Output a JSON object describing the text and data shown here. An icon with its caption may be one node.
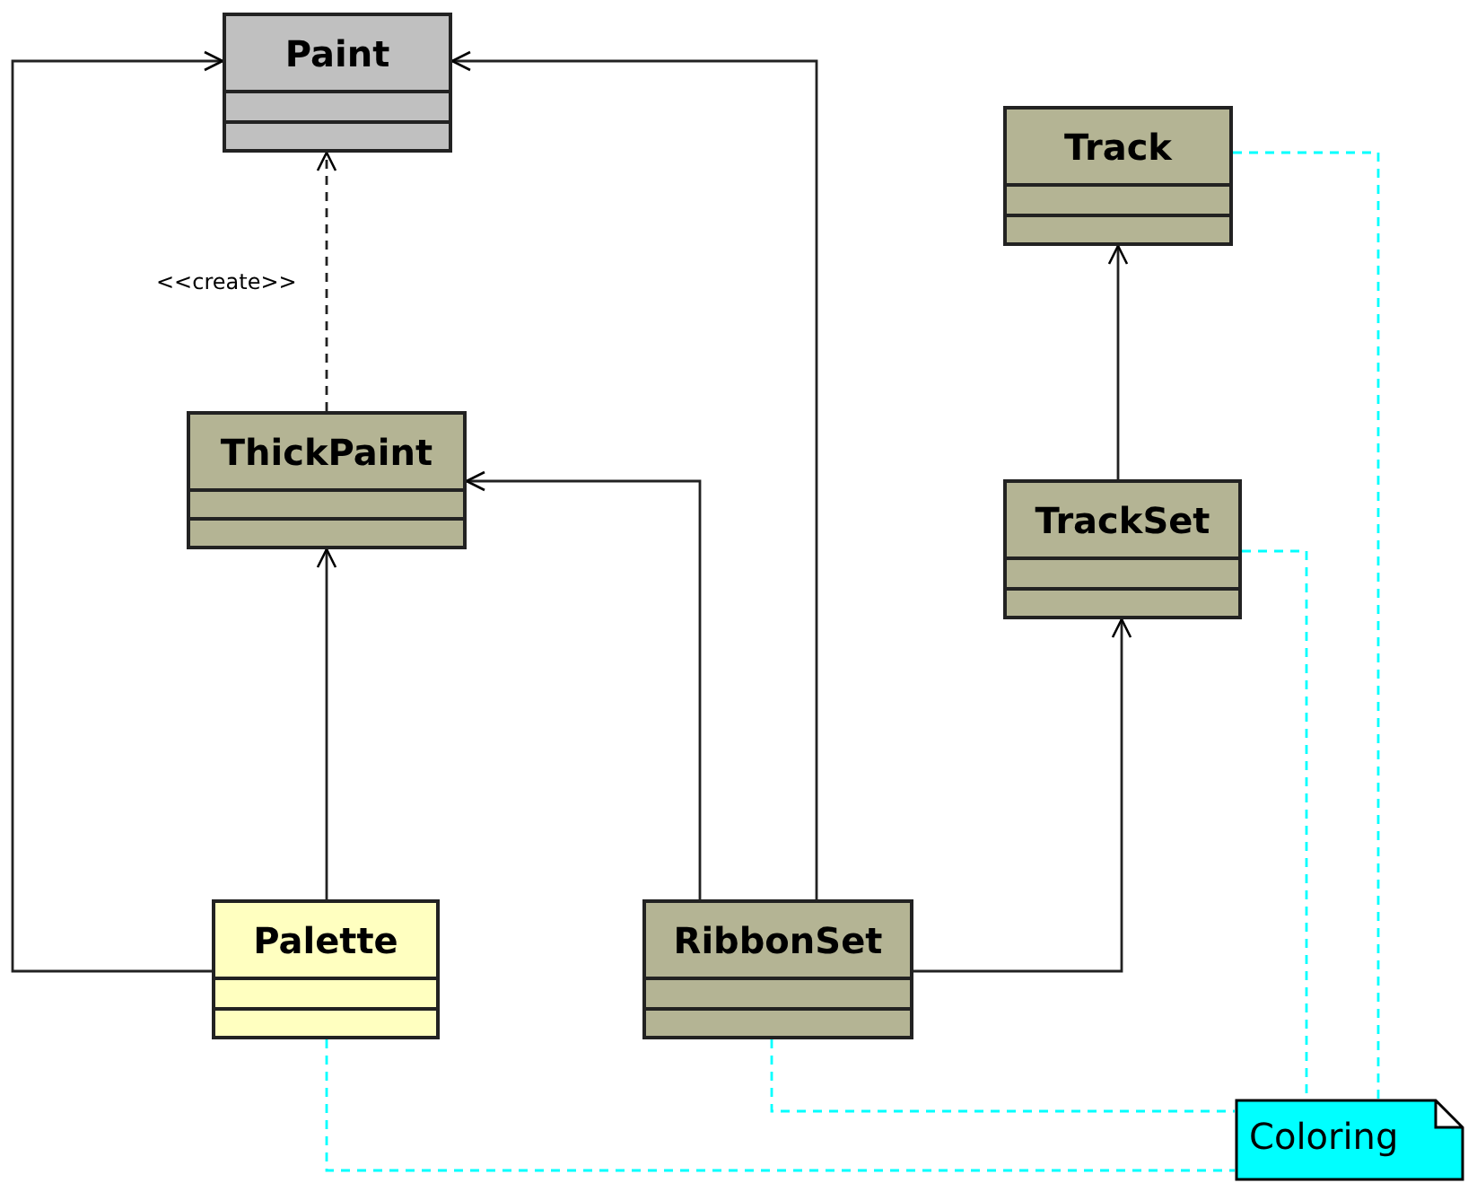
{
  "diagram": {
    "nodes": [
      {
        "text": [
          "Paint"
        ]
      },
      {
        "text": [
          "Track"
        ]
      },
      {
        "text": [
          "ThickPaint"
        ]
      },
      {
        "text": [
          "TrackSet"
        ]
      },
      {
        "text": [
          "Palette"
        ]
      },
      {
        "text": [
          "RibbonSet"
        ]
      },
      {
        "text": [
          "Coloring"
        ]
      }
    ],
    "edges": [
      {
        "from": 4,
        "to": 0,
        "arrow": "to"
      },
      {
        "from": 2,
        "to": 0,
        "arrow": "to",
        "label": "<<create>>",
        "style": "dashed"
      },
      {
        "from": 4,
        "to": 2,
        "arrow": "to"
      },
      {
        "from": 5,
        "to": 2,
        "arrow": "to"
      },
      {
        "from": 5,
        "to": 0,
        "arrow": "to"
      },
      {
        "from": 5,
        "to": 3,
        "arrow": "to"
      },
      {
        "from": 3,
        "to": 1,
        "arrow": "to"
      },
      {
        "from": 1,
        "to": 6,
        "arrow": "none",
        "style": "dashed",
        "color": "#00ffff"
      },
      {
        "from": 3,
        "to": 6,
        "arrow": "none",
        "style": "dashed",
        "color": "#00ffff"
      },
      {
        "from": 5,
        "to": 6,
        "arrow": "none",
        "style": "dashed",
        "color": "#00ffff"
      },
      {
        "from": 4,
        "to": 6,
        "arrow": "none",
        "style": "dashed",
        "color": "#00ffff"
      }
    ]
  }
}
